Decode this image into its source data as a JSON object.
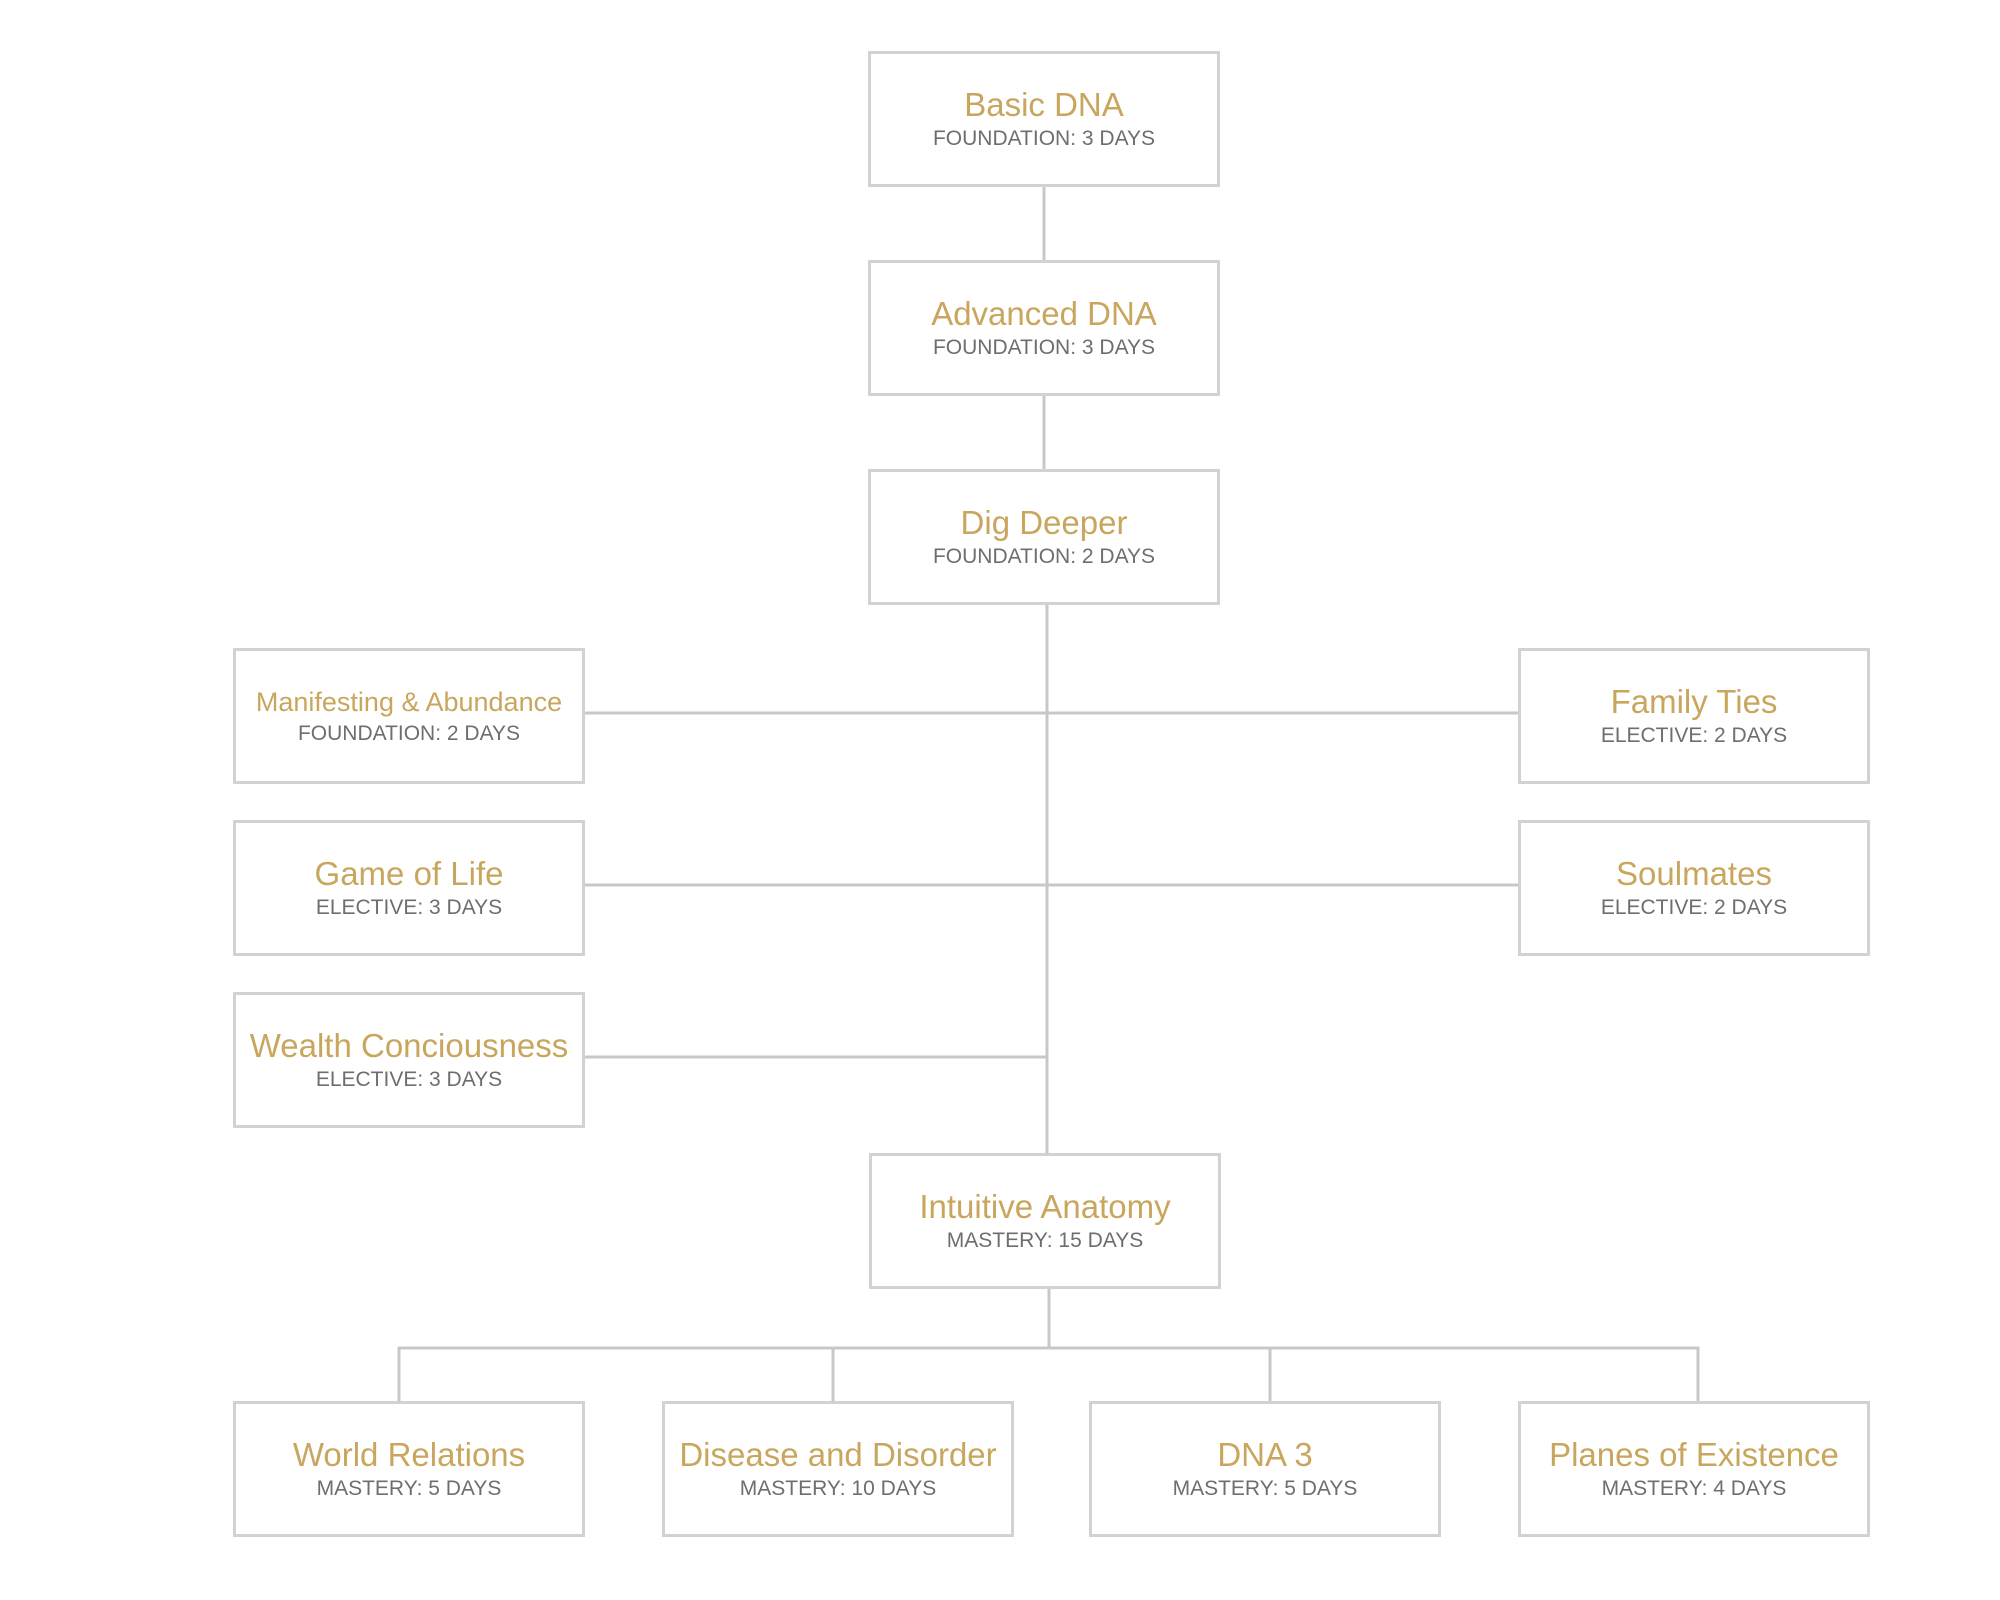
{
  "diagram": {
    "nodes": [
      {
        "id": "basic-dna",
        "title": "Basic DNA",
        "subtitle": "FOUNDATION: 3 DAYS"
      },
      {
        "id": "advanced-dna",
        "title": "Advanced DNA",
        "subtitle": "FOUNDATION: 3 DAYS"
      },
      {
        "id": "dig-deeper",
        "title": "Dig Deeper",
        "subtitle": "FOUNDATION: 2 DAYS"
      },
      {
        "id": "manifesting",
        "title": "Manifesting & Abundance",
        "subtitle": "FOUNDATION: 2 DAYS"
      },
      {
        "id": "family-ties",
        "title": "Family Ties",
        "subtitle": "ELECTIVE: 2 DAYS"
      },
      {
        "id": "game-of-life",
        "title": "Game of Life",
        "subtitle": "ELECTIVE: 3 DAYS"
      },
      {
        "id": "soulmates",
        "title": "Soulmates",
        "subtitle": "ELECTIVE: 2 DAYS"
      },
      {
        "id": "wealth",
        "title": "Wealth Conciousness",
        "subtitle": "ELECTIVE: 3 DAYS"
      },
      {
        "id": "intuitive",
        "title": "Intuitive Anatomy",
        "subtitle": "MASTERY: 15 DAYS"
      },
      {
        "id": "world-relations",
        "title": "World Relations",
        "subtitle": "MASTERY: 5 DAYS"
      },
      {
        "id": "disease",
        "title": "Disease and Disorder",
        "subtitle": "MASTERY: 10 DAYS"
      },
      {
        "id": "dna3",
        "title": "DNA 3",
        "subtitle": "MASTERY: 5 DAYS"
      },
      {
        "id": "planes",
        "title": "Planes of Existence",
        "subtitle": "MASTERY: 4 DAYS"
      }
    ],
    "edges": [
      {
        "from": "basic-dna",
        "to": "advanced-dna"
      },
      {
        "from": "advanced-dna",
        "to": "dig-deeper"
      },
      {
        "from": "dig-deeper",
        "to": "manifesting"
      },
      {
        "from": "dig-deeper",
        "to": "family-ties"
      },
      {
        "from": "dig-deeper",
        "to": "game-of-life"
      },
      {
        "from": "dig-deeper",
        "to": "soulmates"
      },
      {
        "from": "dig-deeper",
        "to": "wealth"
      },
      {
        "from": "dig-deeper",
        "to": "intuitive"
      },
      {
        "from": "intuitive",
        "to": "world-relations"
      },
      {
        "from": "intuitive",
        "to": "disease"
      },
      {
        "from": "intuitive",
        "to": "dna3"
      },
      {
        "from": "intuitive",
        "to": "planes"
      }
    ],
    "colors": {
      "title": "#c9a65d",
      "subtitle": "#6e6e6e",
      "border": "#d2d2d2",
      "connector": "#c8c8c8"
    }
  }
}
